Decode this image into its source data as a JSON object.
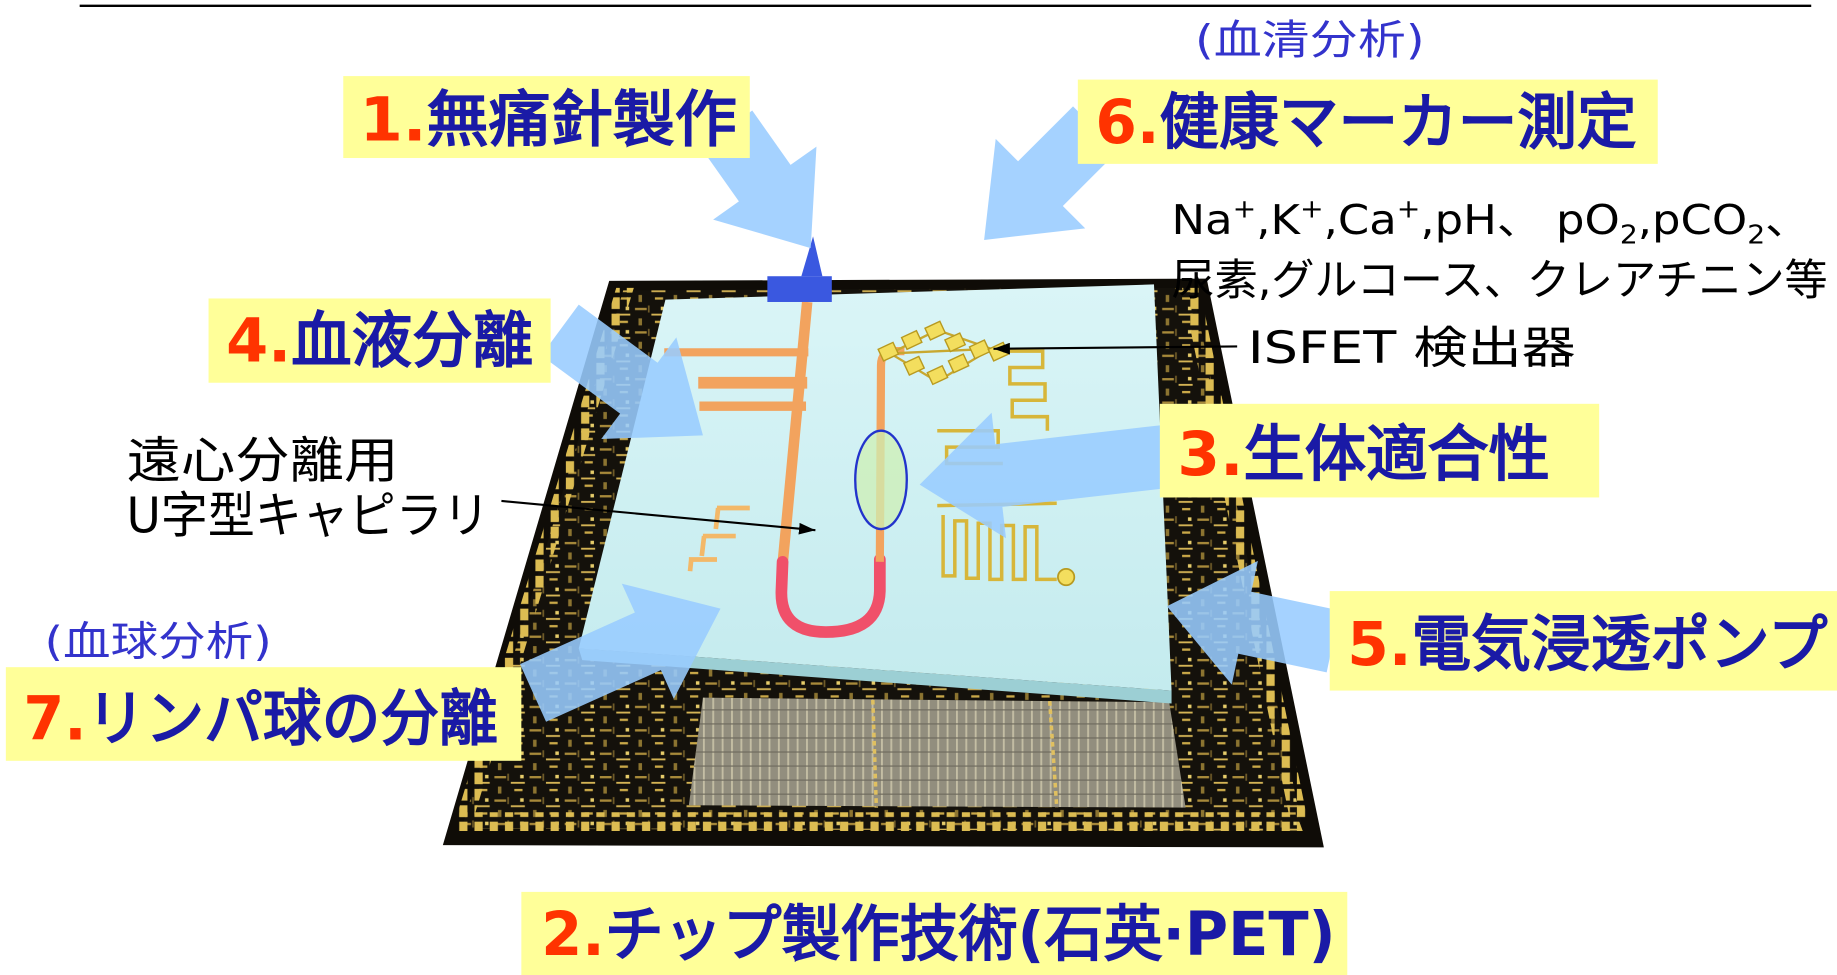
{
  "slide": {
    "notes": {
      "serum_analysis": "(血清分析)",
      "blood_cell_analysis": "(血球分析)"
    },
    "labels": {
      "needle_fabrication": {
        "num": "1.",
        "text": "無痛針製作"
      },
      "chip_fabrication": {
        "num": "2.",
        "text": "チップ製作技術(石英·PET)"
      },
      "biocompatibility": {
        "num": "3.",
        "text": "生体適合性"
      },
      "blood_separation": {
        "num": "4.",
        "text": "血液分離"
      },
      "electroosmotic_pump": {
        "num": "5.",
        "text": "電気浸透ポンプ"
      },
      "health_marker_measurement": {
        "num": "6.",
        "text": "健康マーカー測定"
      },
      "lymphocyte_separation": {
        "num": "7.",
        "text": "リンパ球の分離"
      }
    },
    "analytes": {
      "line1_parts": [
        "Na",
        "+",
        ",K",
        "+",
        ",Ca",
        "+",
        ",pH、 pO",
        "2",
        ",pCO",
        "2",
        "、"
      ],
      "line2": "尿素,グルコース、クレアチニン等"
    },
    "isfet_detector": "ISFET 検出器",
    "capillary": {
      "line1": "遠心分離用",
      "line2": "U字型キャピラリ"
    }
  },
  "colors": {
    "label_background": "#FFFF99",
    "label_number": "#FF3300",
    "label_text": "#1A1AA6",
    "note_text": "#3333CC",
    "arrow_fill": "#99CCFF",
    "slab_top": "#C4EBEE",
    "channel_orange": "#F2A35E",
    "channel_red": "#F0506A",
    "needle_blue": "#3A58E0",
    "ellipse_stroke": "#2233CC"
  }
}
